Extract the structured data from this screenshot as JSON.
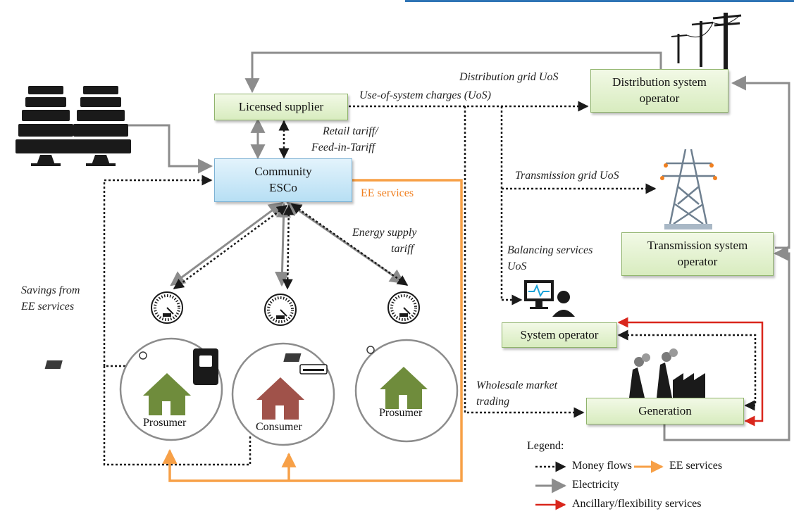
{
  "nodes": {
    "licensed_supplier": "Licensed supplier",
    "community_esco_line1": "Community",
    "community_esco_line2": "ESCo",
    "dso_line1": "Distribution system",
    "dso_line2": "operator",
    "tso_line1": "Transmission system",
    "tso_line2": "operator",
    "system_operator": "System operator",
    "generation": "Generation"
  },
  "houses": {
    "left": "Prosumer",
    "middle": "Consumer",
    "right": "Prosumer"
  },
  "flow_labels": {
    "distribution_uos": "Distribution grid UoS",
    "use_of_system": "Use-of-system charges (UoS)",
    "retail_tariff_line1": "Retail tariff/",
    "retail_tariff_line2": "Feed-in-Tariff",
    "ee_services": "EE services",
    "transmission_uos": "Transmission grid UoS",
    "energy_supply_line1": "Energy supply",
    "energy_supply_line2": "tariff",
    "balancing_line1": "Balancing services",
    "balancing_line2": "UoS",
    "savings_line1": "Savings from",
    "savings_line2": "EE services",
    "wholesale_line1": "Wholesale market",
    "wholesale_line2": "trading"
  },
  "legend": {
    "title": "Legend:",
    "money": "Money flows",
    "ee": "EE services",
    "electricity": "Electricity",
    "ancillary": "Ancillary/flexibility services"
  },
  "colors": {
    "electricity": "#8c8c8c",
    "money": "#1a1a1a",
    "ee_services": "#f7a047",
    "ancillary": "#d9261c",
    "supplier_box": "#d8ecbf",
    "esco_box": "#b7dff4"
  }
}
